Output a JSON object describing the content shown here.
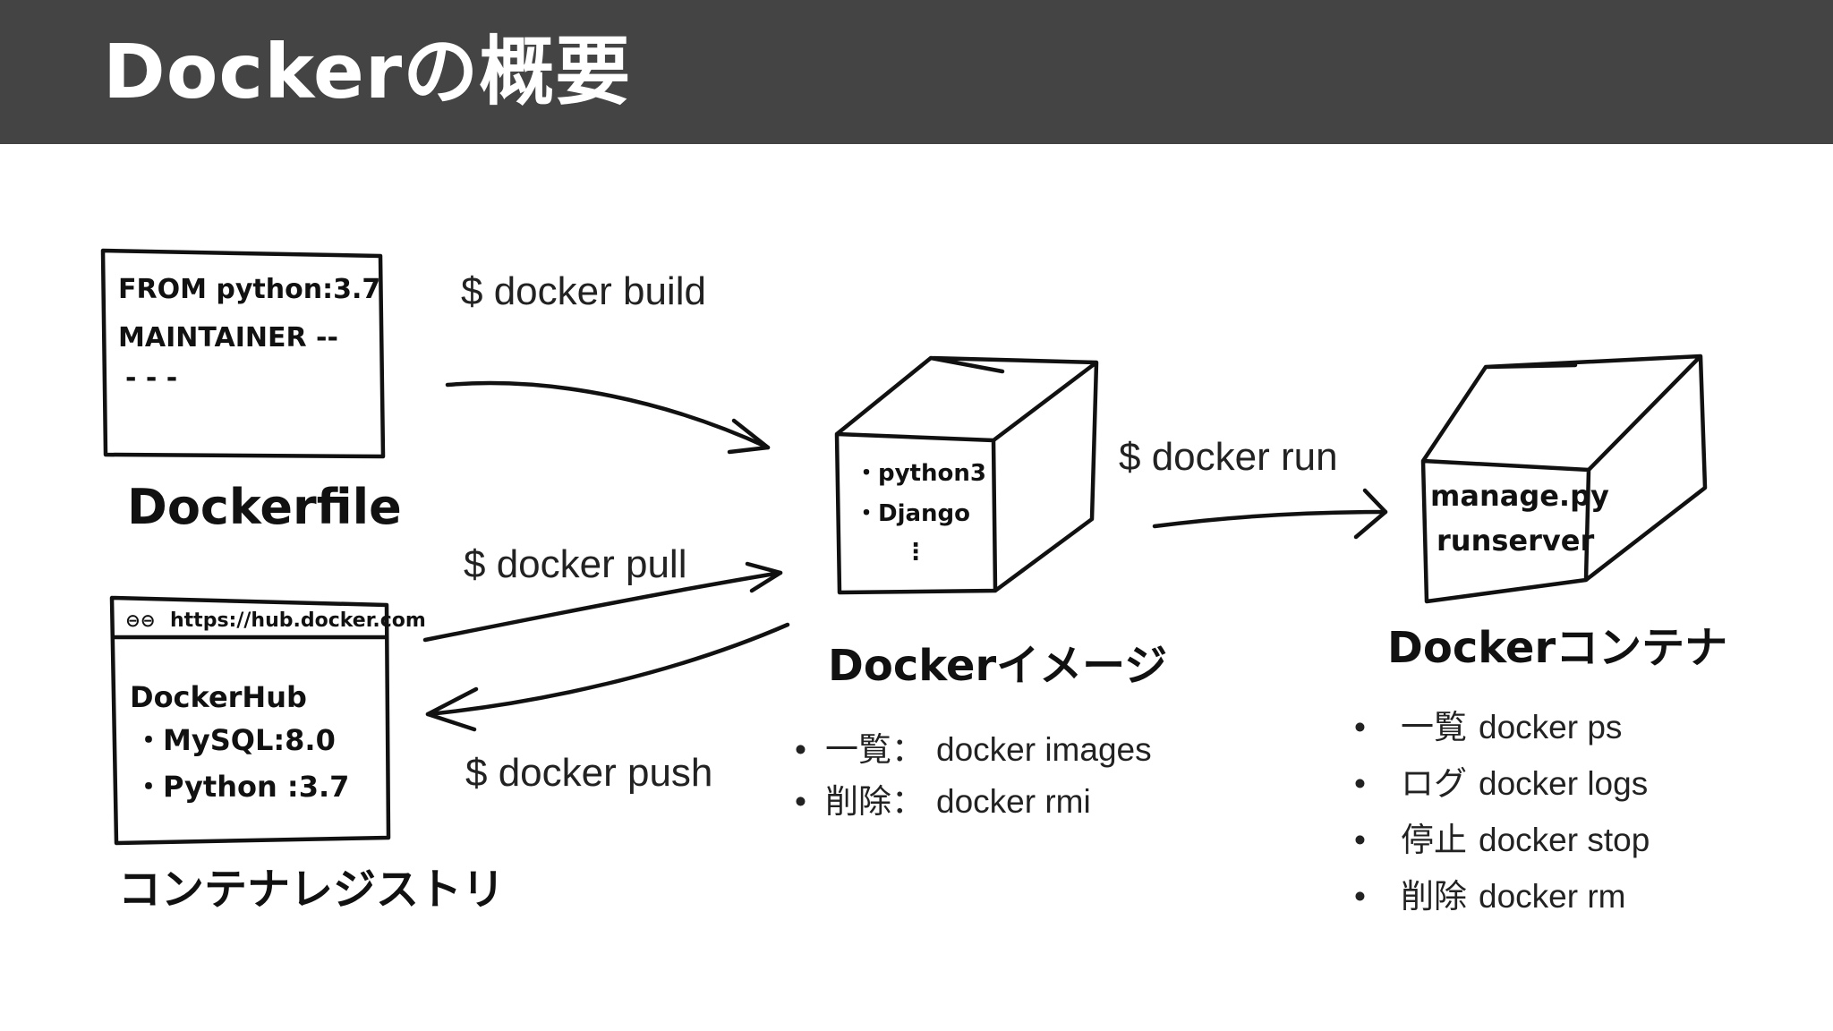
{
  "slide": {
    "title": "Dockerの概要",
    "header_color": "#444444"
  },
  "dockerfile": {
    "lines": [
      "FROM python:3.7",
      "MAINTAINER --",
      "- - -"
    ],
    "caption": "Dockerfile"
  },
  "registry": {
    "url": "https://hub.docker.com",
    "name": "DockerHub",
    "items": [
      "・MySQL:8.0",
      "・Python :3.7"
    ],
    "caption": "コンテナレジストリ"
  },
  "image": {
    "items": [
      "・python3",
      "・Django",
      "⋮"
    ],
    "caption": "Dockerイメージ",
    "commands": [
      {
        "bullet": "•",
        "label": "一覧：",
        "command": "docker images"
      },
      {
        "bullet": "•",
        "label": "削除：",
        "command": "docker rmi"
      }
    ]
  },
  "container": {
    "lines": [
      "manage.py",
      "runserver"
    ],
    "caption": "Dockerコンテナ",
    "commands": [
      {
        "bullet": "•",
        "label": "一覧",
        "command": "docker ps"
      },
      {
        "bullet": "•",
        "label": "ログ",
        "command": "docker logs"
      },
      {
        "bullet": "•",
        "label": "停止",
        "command": "docker stop"
      },
      {
        "bullet": "•",
        "label": "削除",
        "command": "docker rm"
      }
    ]
  },
  "arrows": {
    "build": "$ docker build",
    "pull": "$ docker pull",
    "push": "$ docker push",
    "run": "$ docker run"
  }
}
